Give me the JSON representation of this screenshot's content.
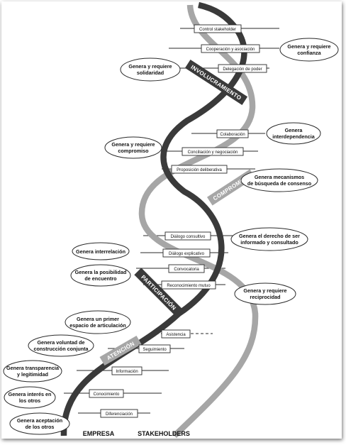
{
  "stage_labels": {
    "involucramiento": "INVOLUCRAMIENTO",
    "compromiso": "COMPROMISO",
    "participacion": "PARTICIPACIÓN",
    "atencion": "ATENCIÓN"
  },
  "bottom_labels": {
    "empresa": "EMPRESA",
    "stakeholders": "STAKEHOLDERS"
  },
  "rungs": {
    "control_stakeholder": "Control stakeholder",
    "cooperacion": "Cooperación y asociación",
    "delegacion": "Delegación de poder",
    "colaboracion": "Colaboración",
    "conciliacion": "Conciliación y negociación",
    "proposicion": "Proposición deliberativa",
    "dialogo_consultivo": "Diálogo consultivo",
    "dialogo_explicativo": "Diálogo explicativo",
    "convocatoria": "Convocatoria",
    "reconocimiento": "Reconocimiento mutuo",
    "asistencia": "Asistencia",
    "seguimiento": "Seguimiento",
    "informacion": "Información",
    "conocimiento": "Conocimiento",
    "diferenciacion": "Diferenciación"
  },
  "ovals": {
    "confianza": [
      "Genera y requiere",
      "confianza"
    ],
    "solidaridad": [
      "Genera y requiere",
      "solidaridad"
    ],
    "interdependencia": [
      "Genera",
      "interdependencia"
    ],
    "compromiso": [
      "Genera y requiere",
      "compromiso"
    ],
    "consenso": [
      "Genera mecanismos",
      "de búsqueda de consenso"
    ],
    "derecho": [
      "Genera el derecho de ser",
      "informado y consultado"
    ],
    "interrelacion": [
      "Genera interrelación"
    ],
    "encuentro": [
      "Genera la posibilidad",
      "de encuentro"
    ],
    "reciprocidad": [
      "Genera y requiere",
      "reciprocidad"
    ],
    "articulacion": [
      "Genera un primer",
      "espacio de articulación"
    ],
    "voluntad": [
      "Genera voluntad de",
      "construcción conjunta"
    ],
    "transparencia": [
      "Genera transparencia",
      "y legitimidad"
    ],
    "interes": [
      "Genera interés en",
      "los otros"
    ],
    "aceptacion": [
      "Genera aceptación",
      "de los otros"
    ]
  },
  "colors": {
    "dark_strand": "#3a3a3a",
    "light_strand": "#a6a6a6",
    "stage_band": "#3a3a3a"
  }
}
